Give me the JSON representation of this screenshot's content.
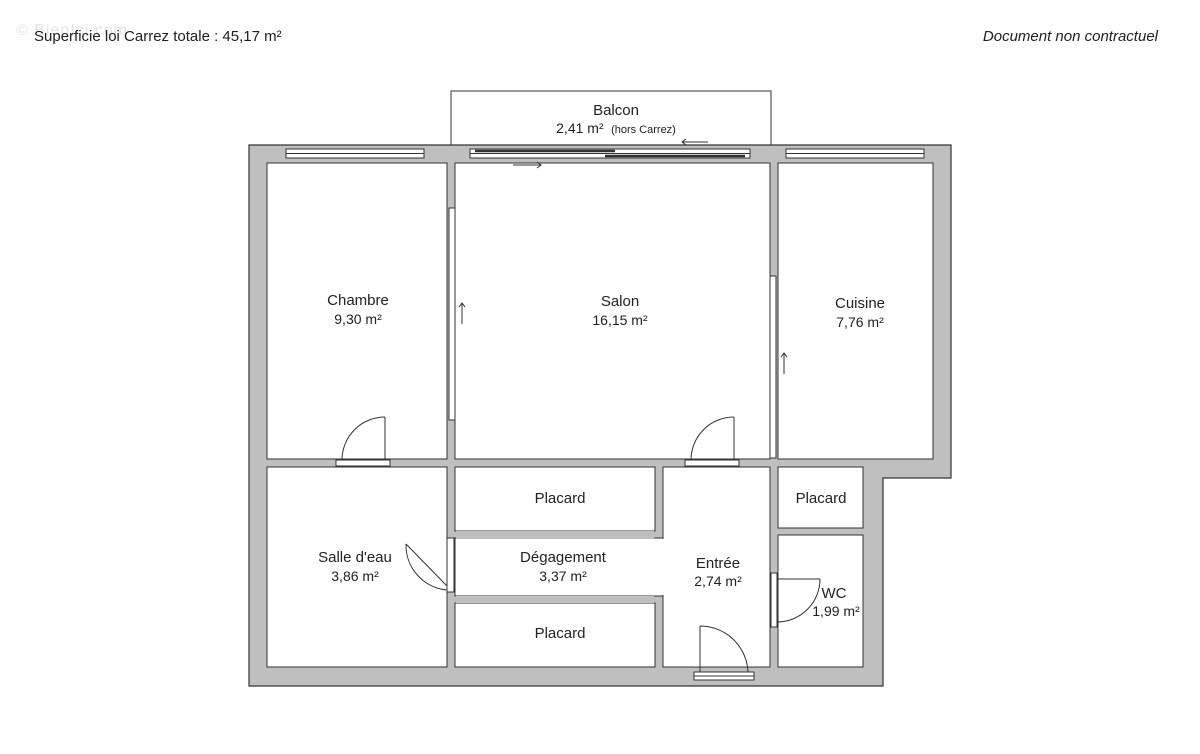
{
  "header": {
    "total_area": "Superficie loi Carrez totale :  45,17 m²",
    "disclaimer": "Document non contractuel"
  },
  "watermark": "© BienIci.com",
  "colors": {
    "wall": "#bfbfbf",
    "wall_stroke": "#333333",
    "room_fill": "#ffffff",
    "text": "#222222"
  },
  "rooms": {
    "balcon": {
      "name": "Balcon",
      "area": "2,41 m²",
      "note": "(hors Carrez)"
    },
    "chambre": {
      "name": "Chambre",
      "area": "9,30 m²"
    },
    "salon": {
      "name": "Salon",
      "area": "16,15 m²"
    },
    "cuisine": {
      "name": "Cuisine",
      "area": "7,76 m²"
    },
    "salle_eau": {
      "name": "Salle d'eau",
      "area": "3,86 m²"
    },
    "placard_top": {
      "name": "Placard"
    },
    "degagement": {
      "name": "Dégagement",
      "area": "3,37 m²"
    },
    "placard_bottom": {
      "name": "Placard"
    },
    "entree": {
      "name": "Entrée",
      "area": "2,74 m²"
    },
    "placard_right": {
      "name": "Placard"
    },
    "wc": {
      "name": "WC",
      "area": "1,99 m²"
    }
  }
}
